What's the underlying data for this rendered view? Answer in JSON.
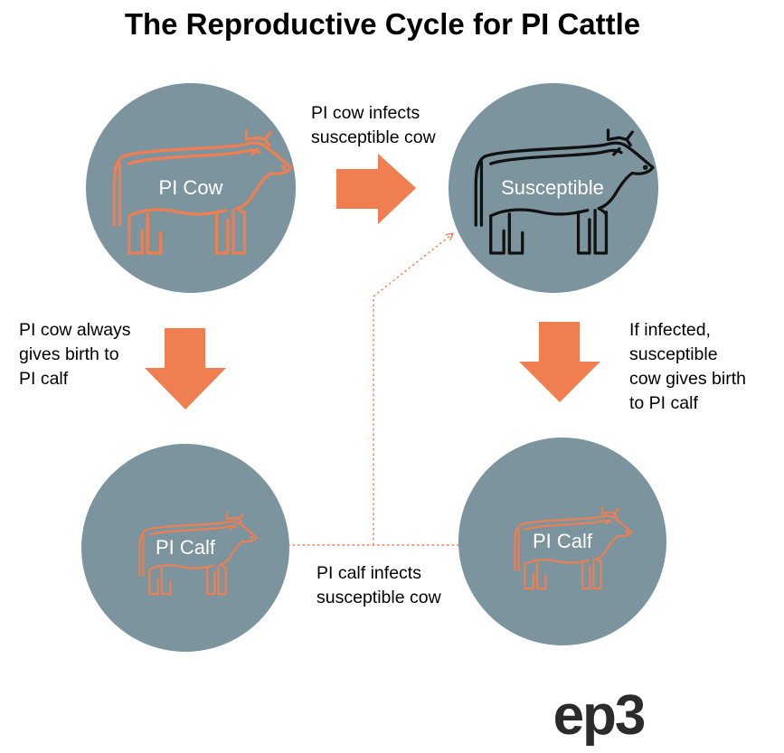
{
  "title": "The Reproductive Cycle for PI Cattle",
  "colors": {
    "circle_fill": "#7c949e",
    "arrow_fill": "#ef7e51",
    "cow_orange": "#ef7e51",
    "cow_black": "#111111",
    "dotted_line": "#ef7e51",
    "text": "#000000",
    "logo": "#2b2b2b"
  },
  "nodes": {
    "pi_cow": {
      "label": "PI Cow",
      "icon": "cow-icon",
      "icon_color": "orange"
    },
    "susceptible": {
      "label": "Susceptible",
      "icon": "cow-icon",
      "icon_color": "black"
    },
    "pi_calf_left": {
      "label": "PI Calf",
      "icon": "calf-icon",
      "icon_color": "orange"
    },
    "pi_calf_right": {
      "label": "PI Calf",
      "icon": "calf-icon",
      "icon_color": "orange"
    }
  },
  "captions": {
    "top": [
      "PI cow infects",
      "susceptible cow"
    ],
    "left": [
      "PI cow always",
      "gives birth to",
      "PI calf"
    ],
    "right": [
      "If infected,",
      "susceptible",
      "cow gives birth",
      "to PI calf"
    ],
    "bottom": [
      "PI calf infects",
      "susceptible cow"
    ]
  },
  "logo": "ep3"
}
